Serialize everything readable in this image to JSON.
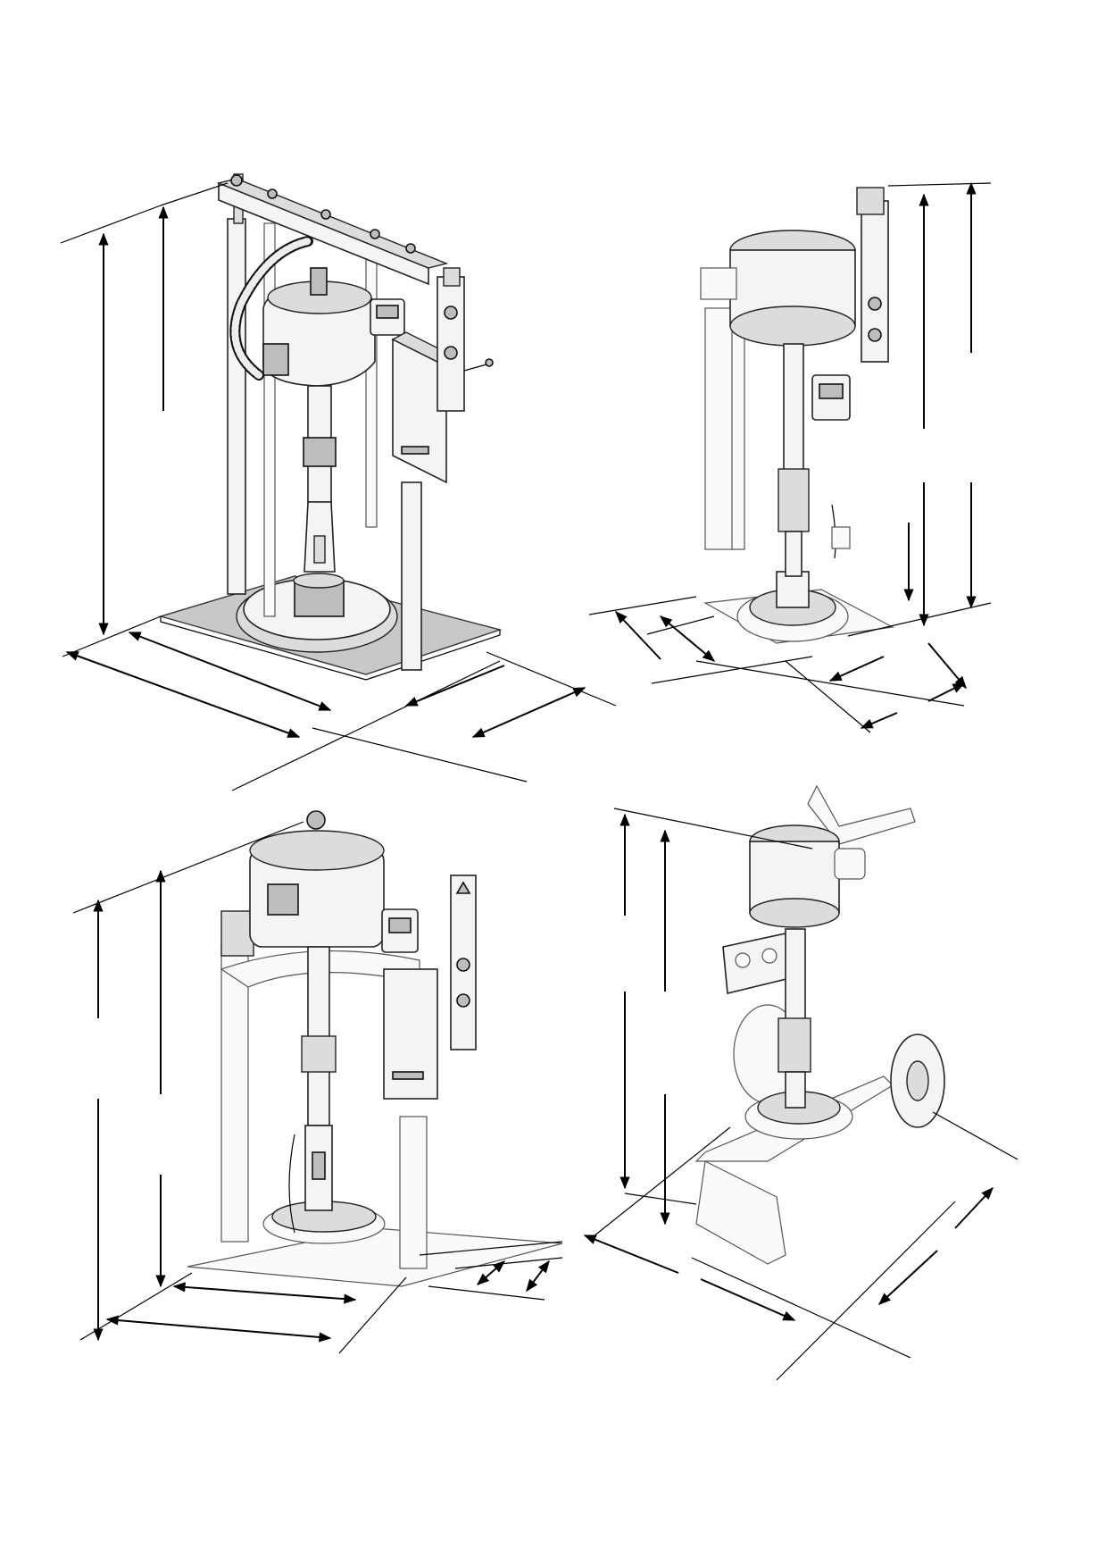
{
  "figures": [
    {
      "id": "ram-3in-pump",
      "kind": "pump-on-twin-post-ram",
      "dimension_lines": {
        "vertical": 2,
        "horizontal": 4
      }
    },
    {
      "id": "wall-mount-pump",
      "kind": "pump-on-wall-mount-stand",
      "dimension_lines": {
        "vertical": 3,
        "horizontal": 4
      }
    },
    {
      "id": "ram-d200-pump",
      "kind": "pump-on-ram-with-platen",
      "dimension_lines": {
        "vertical": 2,
        "horizontal": 4
      }
    },
    {
      "id": "cart-pump",
      "kind": "pump-on-cart",
      "dimension_lines": {
        "vertical": 2,
        "horizontal": 2
      }
    }
  ],
  "colors": {
    "line": "#000000",
    "shade": "#c8c8c8",
    "background": "#ffffff"
  },
  "icons": [
    "arrowhead",
    "display-module",
    "gauge"
  ]
}
